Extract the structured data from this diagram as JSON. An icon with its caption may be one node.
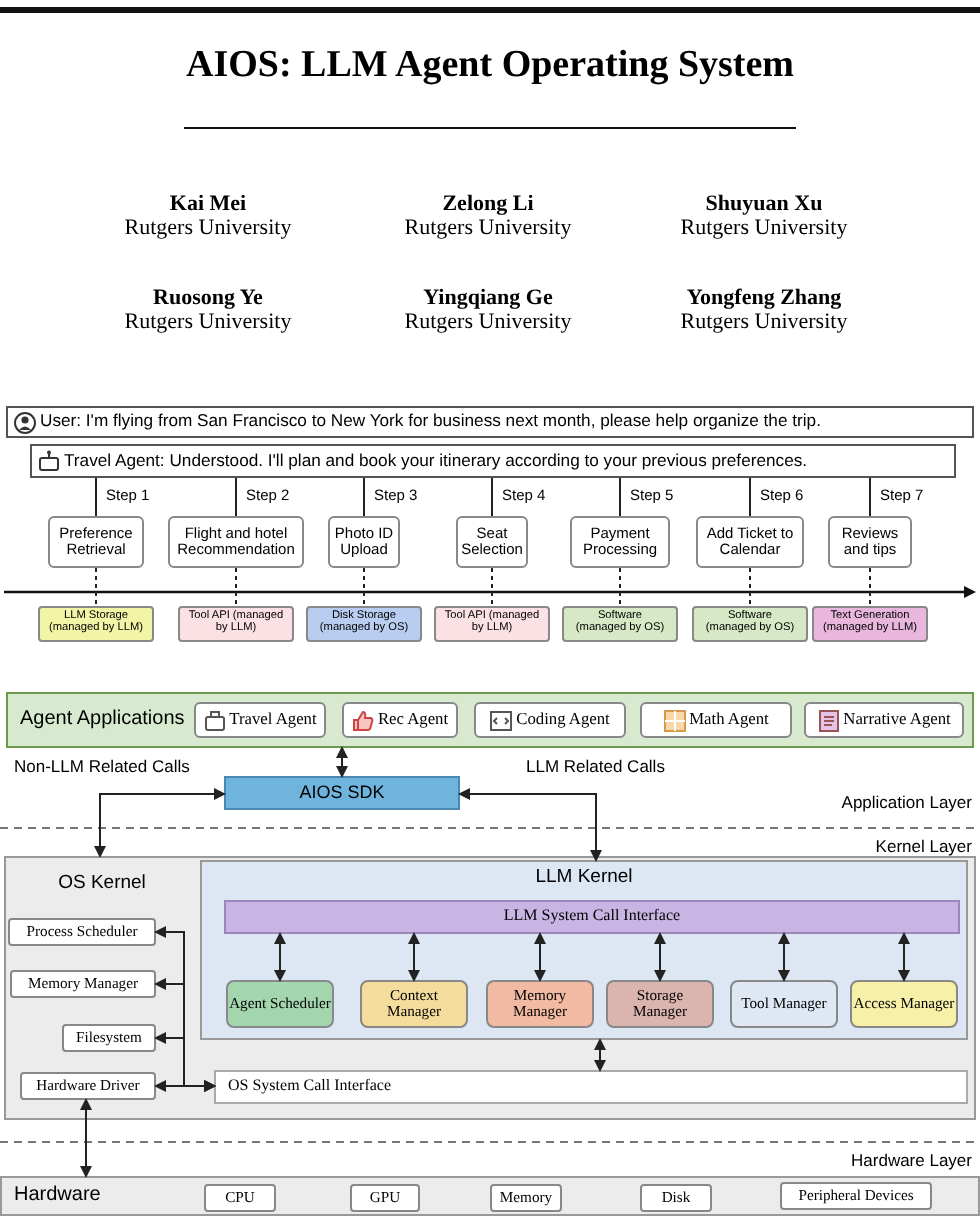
{
  "diagram": {
    "title": "AIOS: LLM Agent Operating System",
    "nodes": [
      {
        "text": [
          "User: I'm flying from San Francisco to New York for business next month, please help organize the trip."
        ]
      },
      {
        "text": [
          "Travel Agent: Understood. I'll plan and book your itinerary according to your previous preferences."
        ]
      },
      {
        "text": [
          "Preference Retrieval"
        ]
      },
      {
        "text": [
          "Flight and hotel Recommendation"
        ]
      },
      {
        "text": [
          "Photo ID Upload"
        ]
      },
      {
        "text": [
          "Seat Selection"
        ]
      },
      {
        "text": [
          "Payment Processing"
        ]
      },
      {
        "text": [
          "Add Ticket to Calendar"
        ]
      },
      {
        "text": [
          "Reviews and tips"
        ]
      },
      {
        "text": [
          "LLM Storage (managed by LLM)"
        ]
      },
      {
        "text": [
          "Tool API (managed by LLM)"
        ]
      },
      {
        "text": [
          "Disk Storage (managed by OS)"
        ]
      },
      {
        "text": [
          "Tool API (managed by LLM)"
        ]
      },
      {
        "text": [
          "Software (managed by OS)"
        ]
      },
      {
        "text": [
          "Software (managed by OS)"
        ]
      },
      {
        "text": [
          "Text Generation (managed by LLM)"
        ]
      },
      {
        "text": [
          "Agent Applications"
        ]
      },
      {
        "text": [
          "Travel Agent"
        ],
        "in": 16
      },
      {
        "text": [
          "Rec Agent"
        ],
        "in": 16
      },
      {
        "text": [
          "Coding Agent"
        ],
        "in": 16
      },
      {
        "text": [
          "Math Agent"
        ],
        "in": 16
      },
      {
        "text": [
          "Narrative Agent"
        ],
        "in": 16
      },
      {
        "text": [
          "AIOS SDK"
        ]
      },
      {
        "text": [
          "OS Kernel"
        ]
      },
      {
        "text": [
          "Process Scheduler"
        ],
        "in": 23
      },
      {
        "text": [
          "Memory Manager"
        ],
        "in": 23
      },
      {
        "text": [
          "Filesystem"
        ],
        "in": 23
      },
      {
        "text": [
          "Hardware Driver"
        ],
        "in": 23
      },
      {
        "text": [
          "LLM Kernel"
        ],
        "in": 23
      },
      {
        "text": [
          "LLM System Call Interface"
        ],
        "in": 28
      },
      {
        "text": [
          "Agent Scheduler"
        ],
        "in": 28
      },
      {
        "text": [
          "Context Manager"
        ],
        "in": 28
      },
      {
        "text": [
          "Memory Manager"
        ],
        "in": 28
      },
      {
        "text": [
          "Storage Manager"
        ],
        "in": 28
      },
      {
        "text": [
          "Tool Manager"
        ],
        "in": 28
      },
      {
        "text": [
          "Access Manager"
        ],
        "in": 28
      },
      {
        "text": [
          "OS System Call Interface"
        ],
        "in": 23
      },
      {
        "text": [
          "Hardware"
        ]
      },
      {
        "text": [
          "CPU"
        ],
        "in": 37
      },
      {
        "text": [
          "GPU"
        ],
        "in": 37
      },
      {
        "text": [
          "Memory"
        ],
        "in": 37
      },
      {
        "text": [
          "Disk"
        ],
        "in": 37
      },
      {
        "text": [
          "Peripheral Devices"
        ],
        "in": 37
      }
    ],
    "edges": [
      {
        "from": 1,
        "to": 2,
        "arrow": "none",
        "label": "Step 1"
      },
      {
        "from": 1,
        "to": 3,
        "arrow": "none",
        "label": "Step 2"
      },
      {
        "from": 1,
        "to": 4,
        "arrow": "none",
        "label": "Step 3"
      },
      {
        "from": 1,
        "to": 5,
        "arrow": "none",
        "label": "Step 4"
      },
      {
        "from": 1,
        "to": 6,
        "arrow": "none",
        "label": "Step 5"
      },
      {
        "from": 1,
        "to": 7,
        "arrow": "none",
        "label": "Step 6"
      },
      {
        "from": 1,
        "to": 8,
        "arrow": "none",
        "label": "Step 7"
      },
      {
        "from": 2,
        "to": 9,
        "arrow": "none",
        "style": "dashed"
      },
      {
        "from": 3,
        "to": 10,
        "arrow": "none",
        "style": "dashed"
      },
      {
        "from": 4,
        "to": 11,
        "arrow": "none",
        "style": "dashed"
      },
      {
        "from": 5,
        "to": 12,
        "arrow": "none",
        "style": "dashed"
      },
      {
        "from": 6,
        "to": 13,
        "arrow": "none",
        "style": "dashed"
      },
      {
        "from": 7,
        "to": 14,
        "arrow": "none",
        "style": "dashed"
      },
      {
        "from": 8,
        "to": 15,
        "arrow": "none",
        "style": "dashed"
      },
      {
        "from": 16,
        "to": 22,
        "arrow": "both"
      },
      {
        "from": 23,
        "to": 22,
        "arrow": "both",
        "label": "Non-LLM Related Calls"
      },
      {
        "from": 22,
        "to": 28,
        "arrow": "both",
        "label": "LLM Related Calls"
      },
      {
        "from": 29,
        "to": 30,
        "arrow": "both"
      },
      {
        "from": 29,
        "to": 31,
        "arrow": "both"
      },
      {
        "from": 29,
        "to": 32,
        "arrow": "both"
      },
      {
        "from": 29,
        "to": 33,
        "arrow": "both"
      },
      {
        "from": 29,
        "to": 34,
        "arrow": "both"
      },
      {
        "from": 29,
        "to": 35,
        "arrow": "both"
      },
      {
        "from": 28,
        "to": 36,
        "arrow": "both"
      },
      {
        "from": 36,
        "to": 24,
        "arrow": "both"
      },
      {
        "from": 36,
        "to": 25,
        "arrow": "both"
      },
      {
        "from": 36,
        "to": 26,
        "arrow": "both"
      },
      {
        "from": 36,
        "to": 27,
        "arrow": "both"
      },
      {
        "from": 27,
        "to": 37,
        "arrow": "both"
      }
    ],
    "labels": [
      "Kai Mei",
      "Rutgers University",
      "Zelong Li",
      "Rutgers University",
      "Shuyuan Xu",
      "Rutgers University",
      "Ruosong Ye",
      "Rutgers University",
      "Yingqiang Ge",
      "Rutgers University",
      "Yongfeng Zhang",
      "Rutgers University",
      "Application Layer",
      "Kernel Layer",
      "Hardware Layer"
    ]
  }
}
